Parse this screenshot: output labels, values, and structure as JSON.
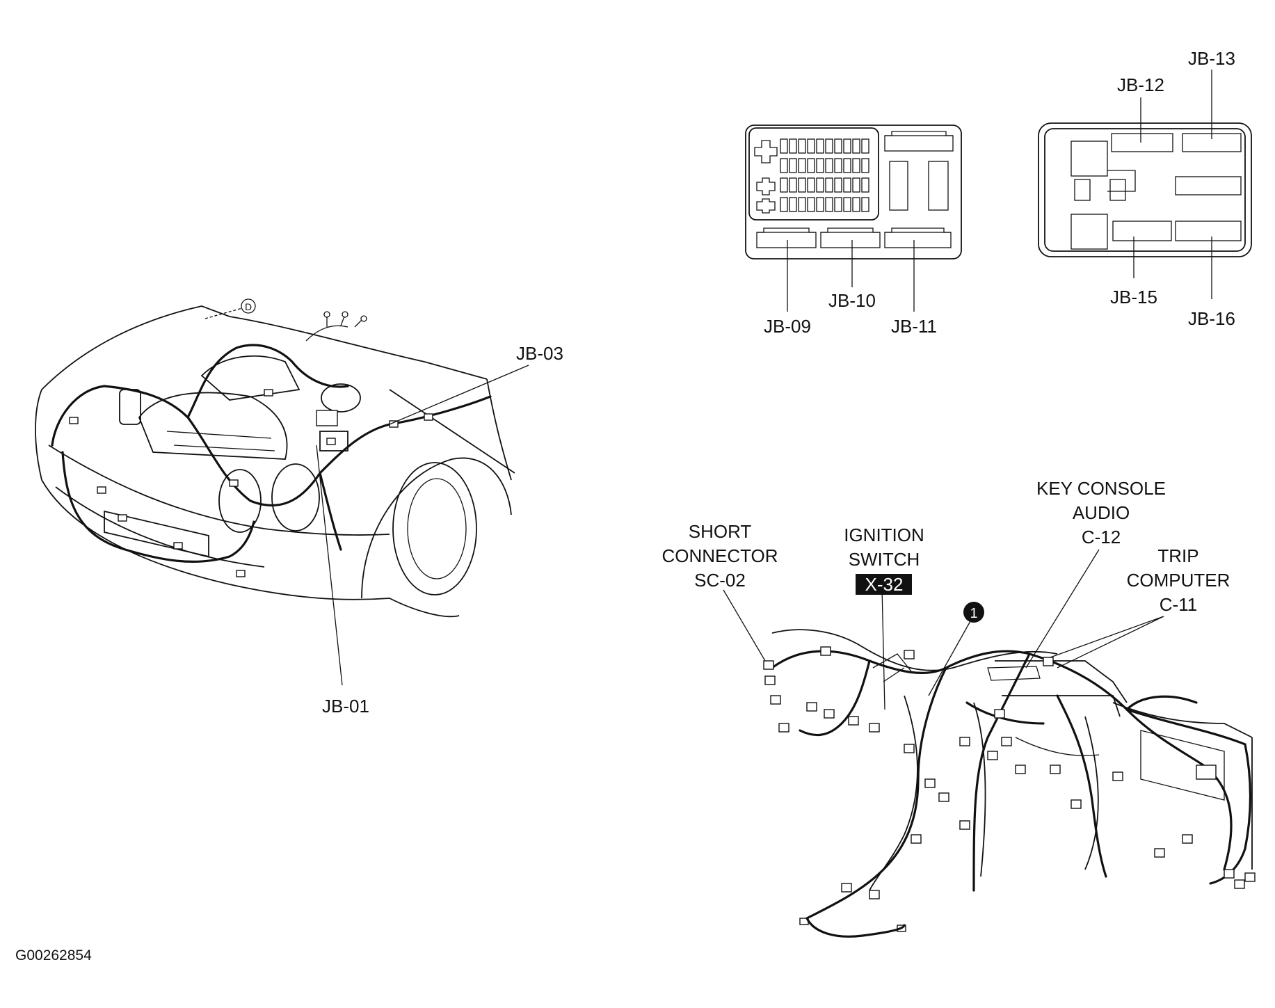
{
  "diagram_id": "G00262854",
  "engine_bay": {
    "detail_marker": "D",
    "callouts": {
      "jb03": "JB-03",
      "jb01": "JB-01"
    }
  },
  "junction_box_left": {
    "callouts": {
      "jb09": "JB-09",
      "jb10": "JB-10",
      "jb11": "JB-11"
    }
  },
  "junction_box_right": {
    "callouts": {
      "jb12": "JB-12",
      "jb13": "JB-13",
      "jb15": "JB-15",
      "jb16": "JB-16"
    }
  },
  "dash_harness": {
    "short_connector": {
      "line1": "SHORT",
      "line2": "CONNECTOR",
      "code": "SC-02"
    },
    "ignition_switch": {
      "line1": "IGNITION",
      "line2": "SWITCH",
      "code": "X-32"
    },
    "key_console_audio": {
      "line1": "KEY CONSOLE",
      "line2": "AUDIO",
      "code": "C-12"
    },
    "trip_computer": {
      "line1": "TRIP",
      "line2": "COMPUTER",
      "code": "C-11"
    },
    "marker_number": "1"
  }
}
